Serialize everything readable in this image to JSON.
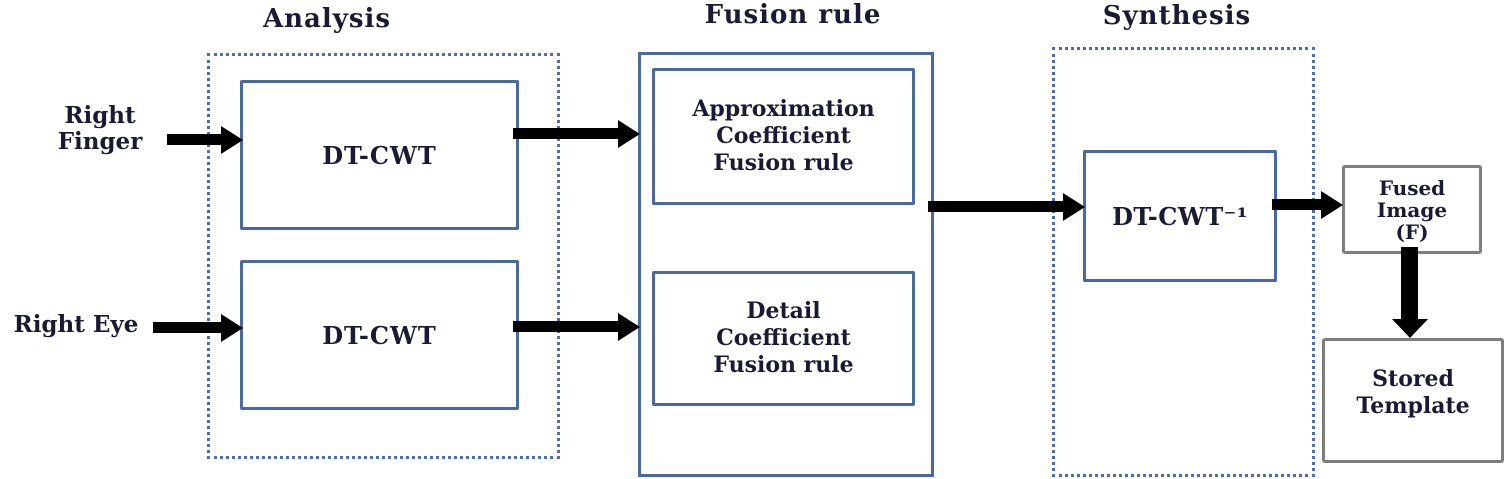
{
  "colors": {
    "solid_box_border": "#4a6b9a",
    "dotted_frame_border": "#4a6fae",
    "gray_box_border": "#7d7d7d",
    "text": "#1a1a33",
    "arrow": "#000000"
  },
  "stages": {
    "analysis": {
      "title": "Analysis",
      "boxes": [
        {
          "label": "DT-CWT"
        },
        {
          "label": "DT-CWT"
        }
      ]
    },
    "fusion": {
      "title": "Fusion rule",
      "boxes": [
        {
          "label": "Approximation\nCoefficient\nFusion rule"
        },
        {
          "label": "Detail\nCoefficient\nFusion rule"
        }
      ]
    },
    "synthesis": {
      "title": "Synthesis",
      "boxes": [
        {
          "label": "DT-CWT⁻¹"
        }
      ]
    }
  },
  "inputs": [
    {
      "label": "Right\nFinger"
    },
    {
      "label": "Right Eye"
    }
  ],
  "outputs": [
    {
      "label": "Fused\nImage\n(F)"
    },
    {
      "label": "Stored\nTemplate"
    }
  ]
}
